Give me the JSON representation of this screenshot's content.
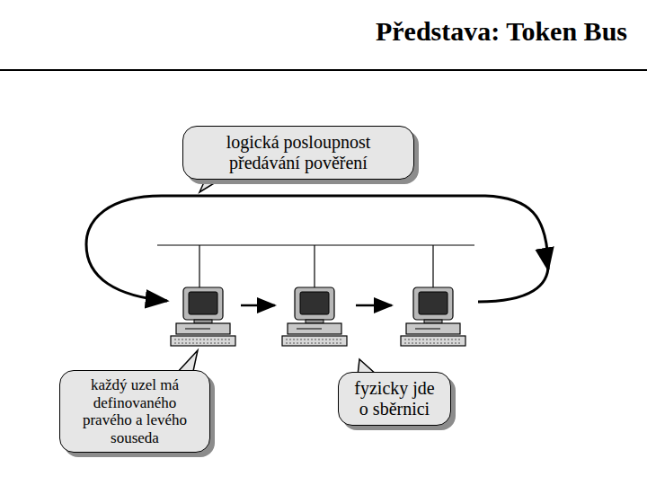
{
  "diagram": {
    "title": "Představa: Token Bus",
    "nodes": [
      {
        "text": [
          "logická posloupnost předávání pověření"
        ]
      },
      {
        "text": [
          "každý uzel má definovaného pravého a levého souseda"
        ]
      },
      {
        "text": [
          "fyzicky jde o sběrnici"
        ]
      }
    ]
  }
}
